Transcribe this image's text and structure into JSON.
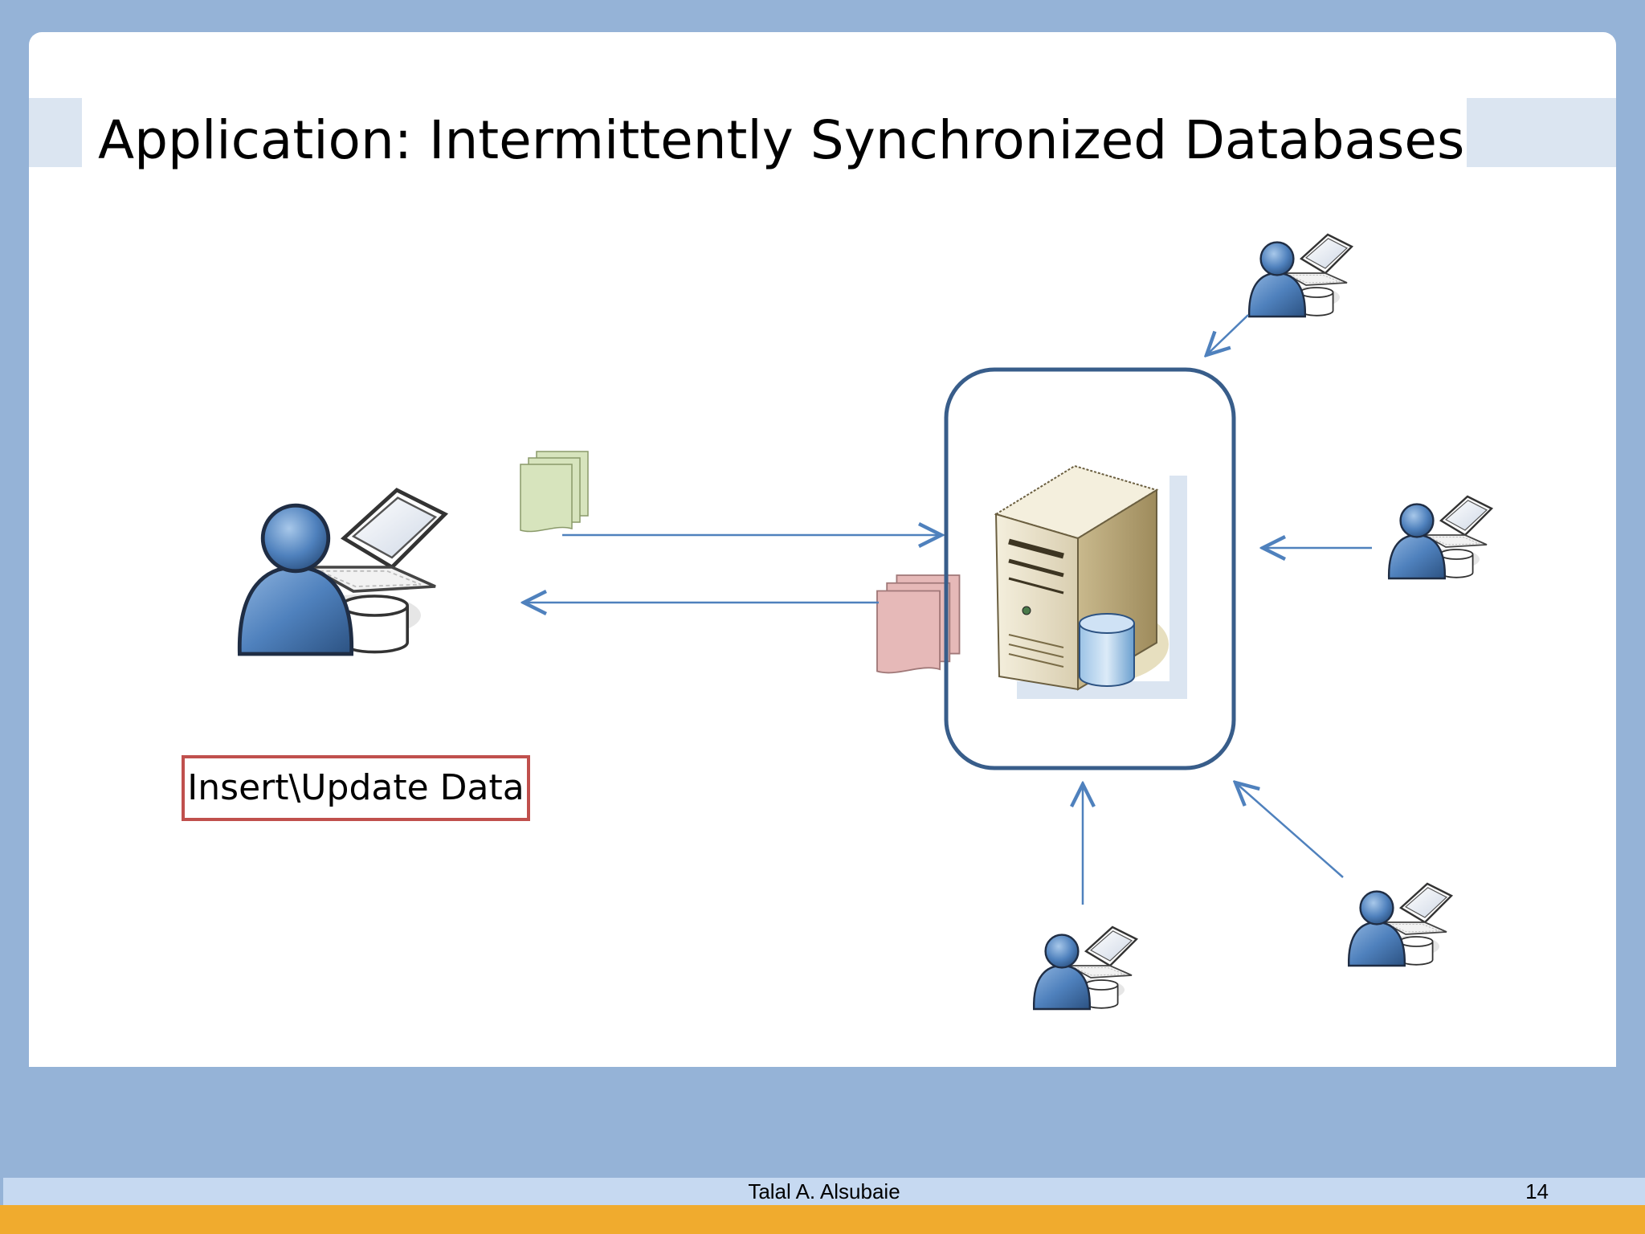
{
  "slide": {
    "title": "Application: Intermittently Synchronized Databases",
    "label": "Insert\\Update Data"
  },
  "footer": {
    "author": "Talal A. Alsubaie",
    "page": "14"
  },
  "colors": {
    "background": "#95b3d7",
    "title_band": "#dbe5f1",
    "footer_band": "#c6d9f1",
    "bottom_band": "#f0ab2e",
    "label_border": "#c0504d",
    "arrow": "#4f81bd",
    "server_frame": "#385d8a",
    "green_docs": "#d7e4bd",
    "red_docs": "#e6b9b8"
  },
  "icons": [
    "user-laptop-db-icon",
    "server-db-icon",
    "green-documents-icon",
    "red-documents-icon"
  ]
}
